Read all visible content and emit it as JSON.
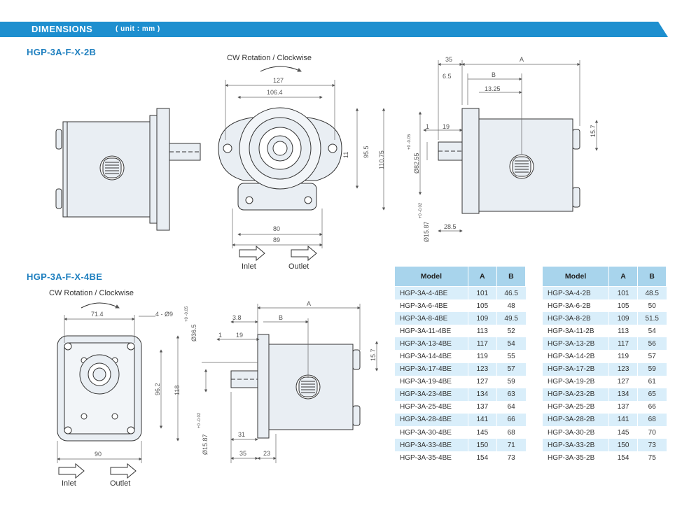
{
  "banner": {
    "title": "DIMENSIONS",
    "unit": "( unit : mm )",
    "color": "#1e8fcf"
  },
  "section_2b": {
    "title": "HGP-3A-F-X-2B",
    "rotation_label": "CW Rotation / Clockwise",
    "inlet": "Inlet",
    "outlet": "Outlet",
    "dims": {
      "d127": "127",
      "d106": "106.4",
      "d11": "11",
      "d95": "95.5",
      "d110": "110.75",
      "d80": "80",
      "d89": "89",
      "d35": "35",
      "dA": "A",
      "d65": "6.5",
      "dB": "B",
      "d1325": "13.25",
      "d1": "1",
      "d19": "19",
      "d157": "15.7",
      "d8255": "Ø82.55",
      "tol8255": "+0 -0.05",
      "d1587": "Ø15.87",
      "tol1587": "+0 -0.02",
      "d285": "28.5"
    }
  },
  "section_4be": {
    "title": "HGP-3A-F-X-4BE",
    "rotation_label": "CW Rotation / Clockwise",
    "inlet": "Inlet",
    "outlet": "Outlet",
    "dims": {
      "d714": "71.4",
      "d4x9": "4 - Ø9",
      "d365": "Ø36.5",
      "tol365": "+0 -0.05",
      "d962": "96.2",
      "d118": "118",
      "d90": "90",
      "d38": "3.8",
      "dA": "A",
      "dB": "B",
      "d1": "1",
      "d19": "19",
      "d157": "15.7",
      "d1587": "Ø15.87",
      "tol1587": "+0 -0.02",
      "d31": "31",
      "d35": "35",
      "d23": "23"
    }
  },
  "table_4be": {
    "headers": [
      "Model",
      "A",
      "B"
    ],
    "rows": [
      [
        "HGP-3A-4-4BE",
        "101",
        "46.5"
      ],
      [
        "HGP-3A-6-4BE",
        "105",
        "48"
      ],
      [
        "HGP-3A-8-4BE",
        "109",
        "49.5"
      ],
      [
        "HGP-3A-11-4BE",
        "113",
        "52"
      ],
      [
        "HGP-3A-13-4BE",
        "117",
        "54"
      ],
      [
        "HGP-3A-14-4BE",
        "119",
        "55"
      ],
      [
        "HGP-3A-17-4BE",
        "123",
        "57"
      ],
      [
        "HGP-3A-19-4BE",
        "127",
        "59"
      ],
      [
        "HGP-3A-23-4BE",
        "134",
        "63"
      ],
      [
        "HGP-3A-25-4BE",
        "137",
        "64"
      ],
      [
        "HGP-3A-28-4BE",
        "141",
        "66"
      ],
      [
        "HGP-3A-30-4BE",
        "145",
        "68"
      ],
      [
        "HGP-3A-33-4BE",
        "150",
        "71"
      ],
      [
        "HGP-3A-35-4BE",
        "154",
        "73"
      ]
    ]
  },
  "table_2b": {
    "headers": [
      "Model",
      "A",
      "B"
    ],
    "rows": [
      [
        "HGP-3A-4-2B",
        "101",
        "48.5"
      ],
      [
        "HGP-3A-6-2B",
        "105",
        "50"
      ],
      [
        "HGP-3A-8-2B",
        "109",
        "51.5"
      ],
      [
        "HGP-3A-11-2B",
        "113",
        "54"
      ],
      [
        "HGP-3A-13-2B",
        "117",
        "56"
      ],
      [
        "HGP-3A-14-2B",
        "119",
        "57"
      ],
      [
        "HGP-3A-17-2B",
        "123",
        "59"
      ],
      [
        "HGP-3A-19-2B",
        "127",
        "61"
      ],
      [
        "HGP-3A-23-2B",
        "134",
        "65"
      ],
      [
        "HGP-3A-25-2B",
        "137",
        "66"
      ],
      [
        "HGP-3A-28-2B",
        "141",
        "68"
      ],
      [
        "HGP-3A-30-2B",
        "145",
        "70"
      ],
      [
        "HGP-3A-33-2B",
        "150",
        "73"
      ],
      [
        "HGP-3A-35-2B",
        "154",
        "75"
      ]
    ]
  }
}
